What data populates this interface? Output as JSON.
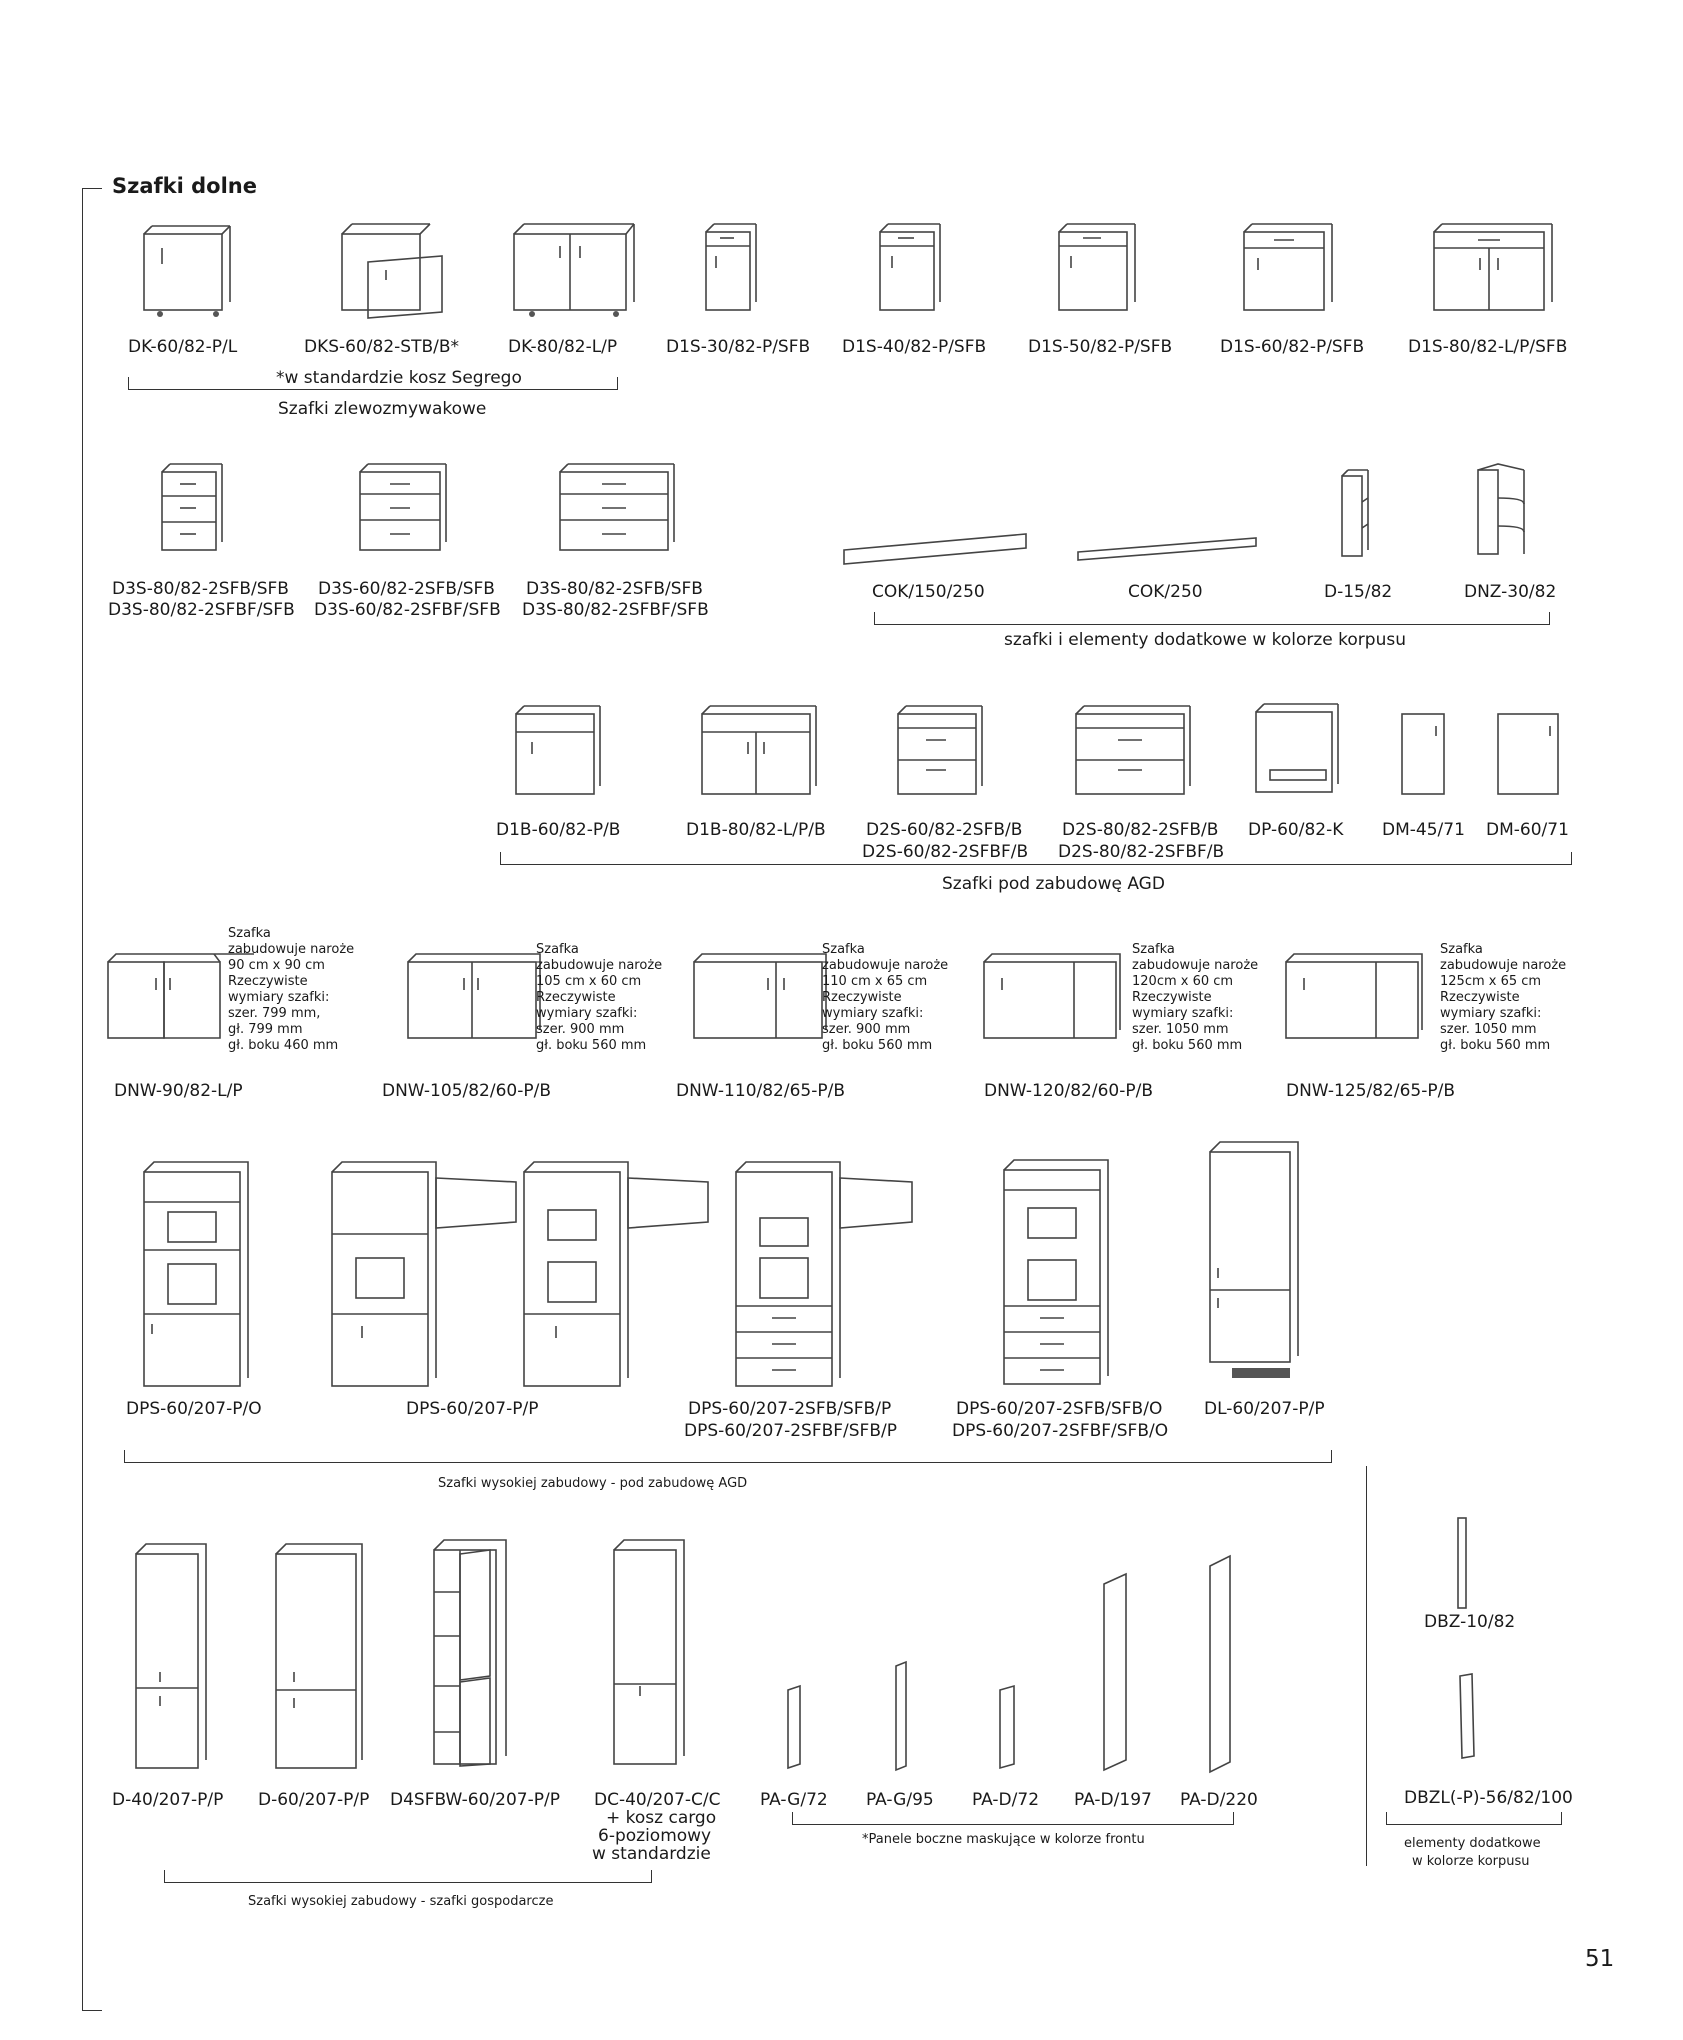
{
  "section_title": "Szafki dolne",
  "page_number": "51",
  "row1": {
    "items": [
      "DK-60/82-P/L",
      "DKS-60/82-STB/B*",
      "DK-80/82-L/P",
      "D1S-30/82-P/SFB",
      "D1S-40/82-P/SFB",
      "D1S-50/82-P/SFB",
      "D1S-60/82-P/SFB",
      "D1S-80/82-L/P/SFB"
    ],
    "note": "*w standardzie kosz Segrego",
    "group_label": "Szafki zlewozmywakowe"
  },
  "row2": {
    "items": [
      [
        "D3S-80/82-2SFB/SFB",
        "D3S-80/82-2SFBF/SFB"
      ],
      [
        "D3S-60/82-2SFB/SFB",
        "D3S-60/82-2SFBF/SFB"
      ],
      [
        "D3S-80/82-2SFB/SFB",
        "D3S-80/82-2SFBF/SFB"
      ]
    ],
    "extras": [
      "COK/150/250",
      "COK/250",
      "D-15/82",
      "DNZ-30/82"
    ],
    "extras_label": "szafki i elementy dodatkowe w kolorze korpusu"
  },
  "row3": {
    "items": [
      [
        "D1B-60/82-P/B"
      ],
      [
        "D1B-80/82-L/P/B"
      ],
      [
        "D2S-60/82-2SFB/B",
        "D2S-60/82-2SFBF/B"
      ],
      [
        "D2S-80/82-2SFB/B",
        "D2S-80/82-2SFBF/B"
      ],
      [
        "DP-60/82-K"
      ],
      [
        "DM-45/71"
      ],
      [
        "DM-60/71"
      ]
    ],
    "group_label": "Szafki pod zabudowę AGD"
  },
  "row4": {
    "items": [
      {
        "name": "DNW-90/82-L/P",
        "desc": [
          "Szafka",
          "zabudowuje naroże",
          "90 cm x 90 cm",
          "Rzeczywiste",
          "wymiary szafki:",
          "szer. 799 mm,",
          "gł. 799 mm",
          "gł. boku 460 mm"
        ]
      },
      {
        "name": "DNW-105/82/60-P/B",
        "desc": [
          "Szafka",
          "zabudowuje naroże",
          "105 cm x 60 cm",
          "Rzeczywiste",
          "wymiary szafki:",
          "szer. 900 mm",
          "gł. boku 560 mm"
        ]
      },
      {
        "name": "DNW-110/82/65-P/B",
        "desc": [
          "Szafka",
          "zabudowuje naroże",
          "110 cm x 65 cm",
          "Rzeczywiste",
          "wymiary szafki:",
          "szer. 900 mm",
          "gł. boku 560 mm"
        ]
      },
      {
        "name": "DNW-120/82/60-P/B",
        "desc": [
          "Szafka",
          "zabudowuje naroże",
          "120cm x 60 cm",
          "Rzeczywiste",
          "wymiary szafki:",
          "szer. 1050 mm",
          "gł. boku 560 mm"
        ]
      },
      {
        "name": "DNW-125/82/65-P/B",
        "desc": [
          "Szafka",
          "zabudowuje naroże",
          "125cm x 65 cm",
          "Rzeczywiste",
          "wymiary szafki:",
          "szer. 1050 mm",
          "gł. boku 560 mm"
        ]
      }
    ]
  },
  "row5": {
    "items": [
      [
        "DPS-60/207-P/O"
      ],
      [
        "DPS-60/207-P/P"
      ],
      [
        "DPS-60/207-2SFB/SFB/P",
        "DPS-60/207-2SFBF/SFB/P"
      ],
      [
        "DPS-60/207-2SFB/SFB/O",
        "DPS-60/207-2SFBF/SFB/O"
      ],
      [
        "DL-60/207-P/P"
      ]
    ],
    "group_label": "Szafki wysokiej zabudowy - pod zabudowę  AGD",
    "side_item": "DBZ-10/82"
  },
  "row6": {
    "items": [
      [
        "D-40/207-P/P"
      ],
      [
        "D-60/207-P/P"
      ],
      [
        "D4SFBW-60/207-P/P"
      ],
      [
        "DC-40/207-C/C",
        "+ kosz cargo",
        "6-poziomowy",
        "w standardzie"
      ]
    ],
    "group_label": "Szafki wysokiej zabudowy - szafki gospodarcze",
    "panels": [
      "PA-G/72",
      "PA-G/95",
      "PA-D/72",
      "PA-D/197",
      "PA-D/220"
    ],
    "panels_label": "*Panele boczne maskujące w kolorze frontu",
    "side_item": "DBZL(-P)-56/82/100",
    "side_label": [
      "elementy dodatkowe",
      "w kolorze korpusu"
    ]
  }
}
